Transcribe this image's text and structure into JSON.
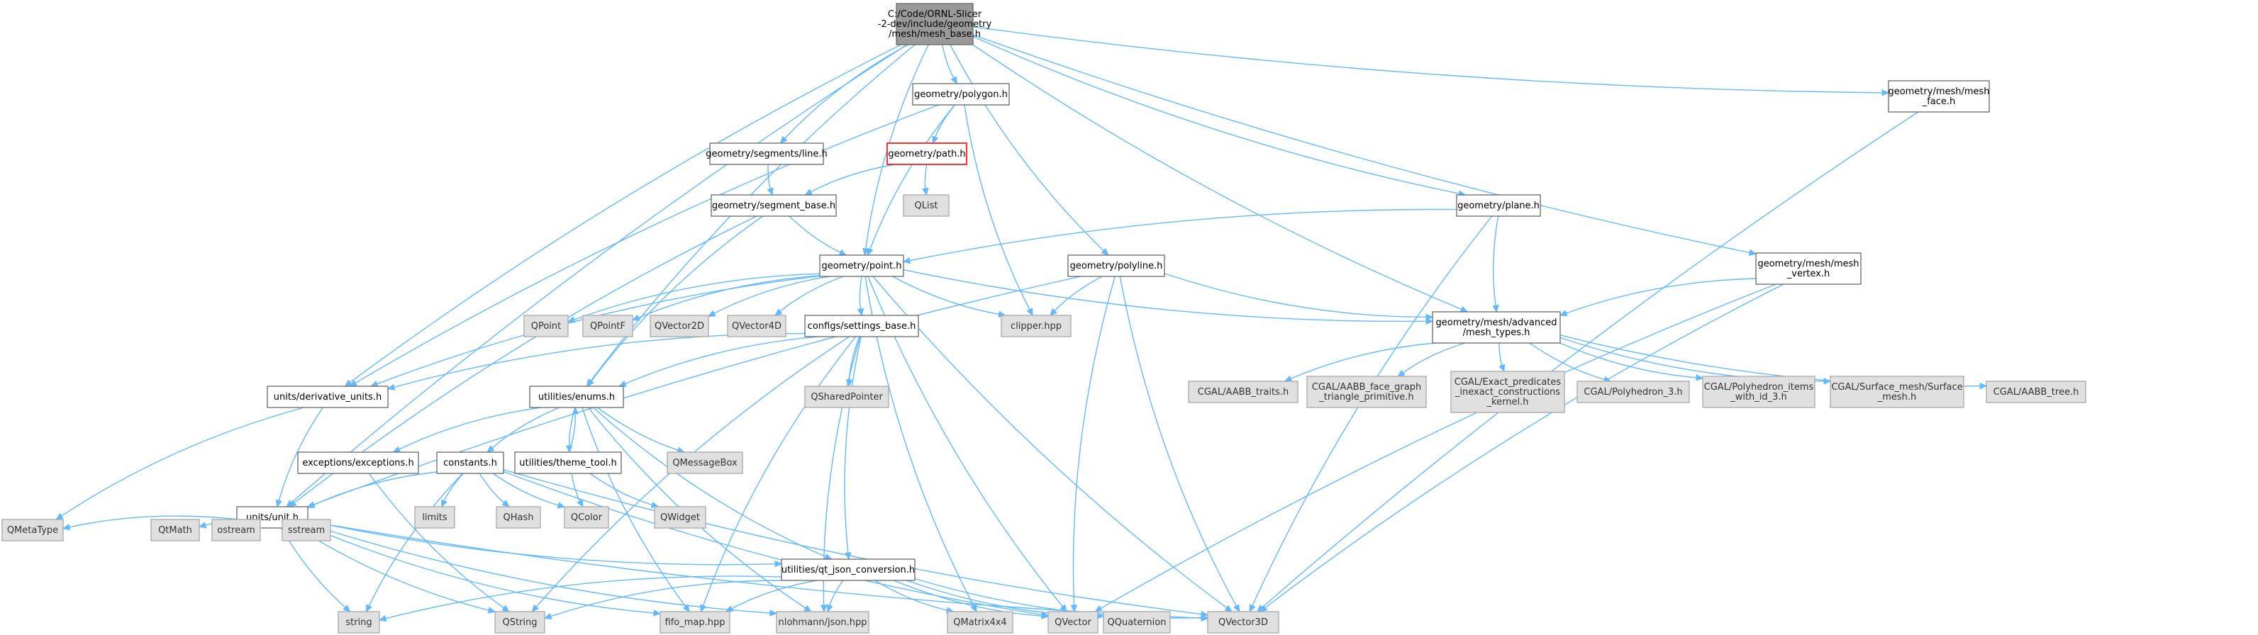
{
  "colors": {
    "edge": "#63b8ff",
    "root_fill": "#999999",
    "internal_fill": "#ffffff",
    "external_fill": "#e0e0e0",
    "highlight_border": "#ff0000"
  },
  "graph": {
    "nodes": [
      {
        "id": "root",
        "kind": "root",
        "label": [
          "C:/Code/ORNL-Slicer",
          "-2-dev/include/geometry",
          "/mesh/mesh_base.h"
        ]
      },
      {
        "id": "polygon",
        "kind": "internal",
        "label": [
          "geometry/polygon.h"
        ]
      },
      {
        "id": "mesh_face",
        "kind": "internal",
        "label": [
          "geometry/mesh/mesh",
          "_face.h"
        ]
      },
      {
        "id": "line",
        "kind": "internal",
        "label": [
          "geometry/segments/line.h"
        ]
      },
      {
        "id": "path",
        "kind": "highlight",
        "label": [
          "geometry/path.h"
        ]
      },
      {
        "id": "qlist",
        "kind": "external",
        "label": [
          "QList"
        ]
      },
      {
        "id": "plane",
        "kind": "internal",
        "label": [
          "geometry/plane.h"
        ]
      },
      {
        "id": "segment_base",
        "kind": "internal",
        "label": [
          "geometry/segment_base.h"
        ]
      },
      {
        "id": "point",
        "kind": "internal",
        "label": [
          "geometry/point.h"
        ]
      },
      {
        "id": "polyline",
        "kind": "internal",
        "label": [
          "geometry/polyline.h"
        ]
      },
      {
        "id": "mesh_vertex",
        "kind": "internal",
        "label": [
          "geometry/mesh/mesh",
          "_vertex.h"
        ]
      },
      {
        "id": "mesh_types",
        "kind": "internal",
        "label": [
          "geometry/mesh/advanced",
          "/mesh_types.h"
        ]
      },
      {
        "id": "qpoint",
        "kind": "external",
        "label": [
          "QPoint"
        ]
      },
      {
        "id": "qpointf",
        "kind": "external",
        "label": [
          "QPointF"
        ]
      },
      {
        "id": "qvector2d",
        "kind": "external",
        "label": [
          "QVector2D"
        ]
      },
      {
        "id": "qvector4d",
        "kind": "external",
        "label": [
          "QVector4D"
        ]
      },
      {
        "id": "settings_base",
        "kind": "internal",
        "label": [
          "configs/settings_base.h"
        ]
      },
      {
        "id": "clipper",
        "kind": "external",
        "label": [
          "clipper.hpp"
        ]
      },
      {
        "id": "aabb_traits",
        "kind": "external",
        "label": [
          "CGAL/AABB_traits.h"
        ]
      },
      {
        "id": "aabb_face",
        "kind": "external",
        "label": [
          "CGAL/AABB_face_graph",
          "_triangle_primitive.h"
        ]
      },
      {
        "id": "exact_pred",
        "kind": "external",
        "label": [
          "CGAL/Exact_predicates",
          "_inexact_constructions",
          "_kernel.h"
        ]
      },
      {
        "id": "polyhedron3",
        "kind": "external",
        "label": [
          "CGAL/Polyhedron_3.h"
        ]
      },
      {
        "id": "polyhedron_items",
        "kind": "external",
        "label": [
          "CGAL/Polyhedron_items",
          "_with_id_3.h"
        ]
      },
      {
        "id": "surface_mesh",
        "kind": "external",
        "label": [
          "CGAL/Surface_mesh/Surface",
          "_mesh.h"
        ]
      },
      {
        "id": "aabb_tree",
        "kind": "external",
        "label": [
          "CGAL/AABB_tree.h"
        ]
      },
      {
        "id": "derivative_units",
        "kind": "internal",
        "label": [
          "units/derivative_units.h"
        ]
      },
      {
        "id": "enums",
        "kind": "internal",
        "label": [
          "utilities/enums.h"
        ]
      },
      {
        "id": "qsharedpointer",
        "kind": "external",
        "label": [
          "QSharedPointer"
        ]
      },
      {
        "id": "exceptions",
        "kind": "internal",
        "label": [
          "exceptions/exceptions.h"
        ]
      },
      {
        "id": "constants",
        "kind": "internal",
        "label": [
          "constants.h"
        ]
      },
      {
        "id": "theme_tool",
        "kind": "internal",
        "label": [
          "utilities/theme_tool.h"
        ]
      },
      {
        "id": "qmessagebox",
        "kind": "external",
        "label": [
          "QMessageBox"
        ]
      },
      {
        "id": "limits",
        "kind": "external",
        "label": [
          "limits"
        ]
      },
      {
        "id": "qhash",
        "kind": "external",
        "label": [
          "QHash"
        ]
      },
      {
        "id": "qcolor",
        "kind": "external",
        "label": [
          "QColor"
        ]
      },
      {
        "id": "qwidget",
        "kind": "external",
        "label": [
          "QWidget"
        ]
      },
      {
        "id": "unit",
        "kind": "internal",
        "label": [
          "units/unit.h"
        ]
      },
      {
        "id": "qmetatype",
        "kind": "external",
        "label": [
          "QMetaType"
        ]
      },
      {
        "id": "qtmath",
        "kind": "external",
        "label": [
          "QtMath"
        ]
      },
      {
        "id": "ostream",
        "kind": "external",
        "label": [
          "ostream"
        ]
      },
      {
        "id": "sstream",
        "kind": "external",
        "label": [
          "sstream"
        ]
      },
      {
        "id": "qt_json",
        "kind": "internal",
        "label": [
          "utilities/qt_json_conversion.h"
        ]
      },
      {
        "id": "string",
        "kind": "external",
        "label": [
          "string"
        ]
      },
      {
        "id": "qstring",
        "kind": "external",
        "label": [
          "QString"
        ]
      },
      {
        "id": "fifo_map",
        "kind": "external",
        "label": [
          "fifo_map.hpp"
        ]
      },
      {
        "id": "json",
        "kind": "external",
        "label": [
          "nlohmann/json.hpp"
        ]
      },
      {
        "id": "qmatrix4x4",
        "kind": "external",
        "label": [
          "QMatrix4x4"
        ]
      },
      {
        "id": "qvector",
        "kind": "external",
        "label": [
          "QVector"
        ]
      },
      {
        "id": "qquaternion",
        "kind": "external",
        "label": [
          "QQuaternion"
        ]
      },
      {
        "id": "qvector3d",
        "kind": "external",
        "label": [
          "QVector3D"
        ]
      }
    ],
    "edges": [
      [
        "root",
        "polygon"
      ],
      [
        "root",
        "mesh_face"
      ],
      [
        "root",
        "line"
      ],
      [
        "root",
        "plane"
      ],
      [
        "root",
        "point"
      ],
      [
        "root",
        "polyline"
      ],
      [
        "root",
        "mesh_vertex"
      ],
      [
        "root",
        "mesh_types"
      ],
      [
        "root",
        "derivative_units"
      ],
      [
        "root",
        "enums"
      ],
      [
        "root",
        "unit"
      ],
      [
        "polygon",
        "path"
      ],
      [
        "polygon",
        "point"
      ],
      [
        "polygon",
        "clipper"
      ],
      [
        "polygon",
        "derivative_units"
      ],
      [
        "mesh_face",
        "qvector3d"
      ],
      [
        "line",
        "segment_base"
      ],
      [
        "path",
        "qlist"
      ],
      [
        "path",
        "segment_base"
      ],
      [
        "plane",
        "point"
      ],
      [
        "plane",
        "mesh_types"
      ],
      [
        "plane",
        "qvector3d"
      ],
      [
        "segment_base",
        "point"
      ],
      [
        "segment_base",
        "enums"
      ],
      [
        "segment_base",
        "unit"
      ],
      [
        "point",
        "qpoint"
      ],
      [
        "point",
        "qpointf"
      ],
      [
        "point",
        "qvector2d"
      ],
      [
        "point",
        "qvector4d"
      ],
      [
        "point",
        "settings_base"
      ],
      [
        "point",
        "clipper"
      ],
      [
        "point",
        "mesh_types"
      ],
      [
        "point",
        "derivative_units"
      ],
      [
        "point",
        "qmatrix4x4"
      ],
      [
        "point",
        "qvector3d"
      ],
      [
        "point",
        "qvector"
      ],
      [
        "polyline",
        "clipper"
      ],
      [
        "polyline",
        "mesh_types"
      ],
      [
        "polyline",
        "unit"
      ],
      [
        "polyline",
        "qvector"
      ],
      [
        "polyline",
        "qvector3d"
      ],
      [
        "mesh_vertex",
        "mesh_types"
      ],
      [
        "mesh_vertex",
        "qvector3d"
      ],
      [
        "mesh_vertex",
        "qvector"
      ],
      [
        "mesh_types",
        "aabb_traits"
      ],
      [
        "mesh_types",
        "aabb_face"
      ],
      [
        "mesh_types",
        "exact_pred"
      ],
      [
        "mesh_types",
        "polyhedron3"
      ],
      [
        "mesh_types",
        "polyhedron_items"
      ],
      [
        "mesh_types",
        "surface_mesh"
      ],
      [
        "mesh_types",
        "aabb_tree"
      ],
      [
        "settings_base",
        "qsharedpointer"
      ],
      [
        "settings_base",
        "derivative_units"
      ],
      [
        "settings_base",
        "enums"
      ],
      [
        "settings_base",
        "qt_json"
      ],
      [
        "settings_base",
        "json"
      ],
      [
        "settings_base",
        "fifo_map"
      ],
      [
        "settings_base",
        "qstring"
      ],
      [
        "derivative_units",
        "unit"
      ],
      [
        "derivative_units",
        "qmetatype"
      ],
      [
        "enums",
        "exceptions"
      ],
      [
        "enums",
        "constants"
      ],
      [
        "enums",
        "theme_tool"
      ],
      [
        "enums",
        "qmessagebox"
      ],
      [
        "enums",
        "qt_json"
      ],
      [
        "enums",
        "json"
      ],
      [
        "enums",
        "fifo_map"
      ],
      [
        "exceptions",
        "qstring"
      ],
      [
        "constants",
        "limits"
      ],
      [
        "constants",
        "qhash"
      ],
      [
        "constants",
        "qcolor"
      ],
      [
        "constants",
        "unit"
      ],
      [
        "constants",
        "string"
      ],
      [
        "constants",
        "qvector"
      ],
      [
        "constants",
        "qvector3d"
      ],
      [
        "theme_tool",
        "enums"
      ],
      [
        "theme_tool",
        "qcolor"
      ],
      [
        "theme_tool",
        "qwidget"
      ],
      [
        "unit",
        "qmetatype"
      ],
      [
        "unit",
        "qtmath"
      ],
      [
        "unit",
        "ostream"
      ],
      [
        "unit",
        "sstream"
      ],
      [
        "unit",
        "qt_json"
      ],
      [
        "unit",
        "string"
      ],
      [
        "unit",
        "qstring"
      ],
      [
        "unit",
        "fifo_map"
      ],
      [
        "unit",
        "json"
      ],
      [
        "unit",
        "qvector3d"
      ],
      [
        "qt_json",
        "string"
      ],
      [
        "qt_json",
        "qstring"
      ],
      [
        "qt_json",
        "fifo_map"
      ],
      [
        "qt_json",
        "json"
      ],
      [
        "qt_json",
        "qmatrix4x4"
      ],
      [
        "qt_json",
        "qvector"
      ],
      [
        "qt_json",
        "qquaternion"
      ],
      [
        "qt_json",
        "qvector3d"
      ]
    ]
  }
}
